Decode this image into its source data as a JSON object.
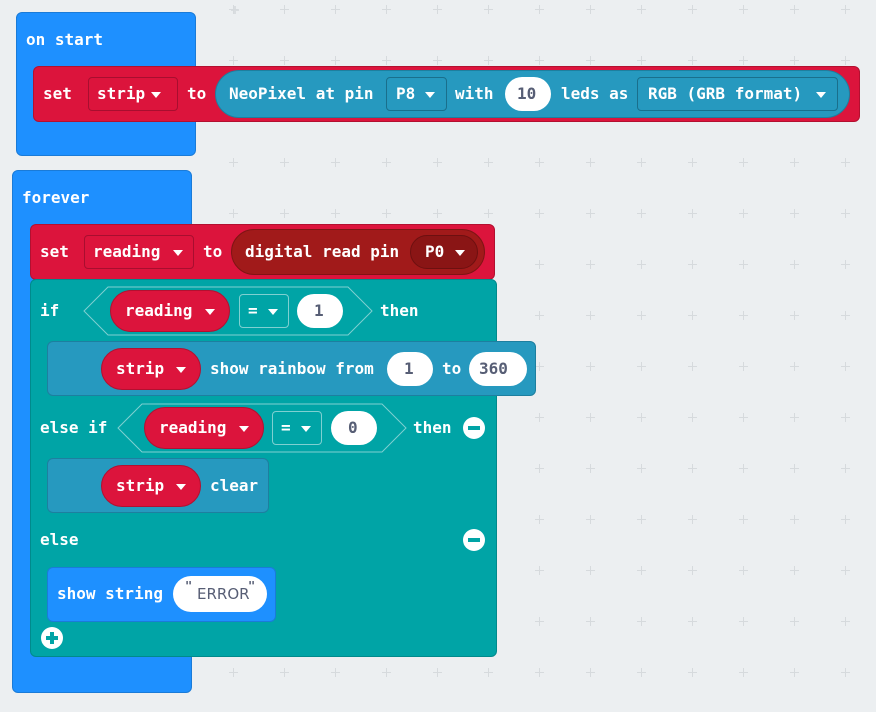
{
  "on_start": {
    "label": "on start",
    "set_label": "set",
    "var_name": "strip",
    "to_label": "to",
    "neopixel": {
      "label": "NeoPixel at pin",
      "pin": "P8",
      "with_label": "with",
      "leds_count": "10",
      "leds_label": "leds as",
      "format": "RGB (GRB format)"
    }
  },
  "forever": {
    "label": "forever",
    "set_label": "set",
    "var_name": "reading",
    "to_label": "to",
    "digital_read": {
      "label": "digital read pin",
      "pin": "P0"
    },
    "if_block": {
      "if_label": "if",
      "var": "reading",
      "op": "=",
      "value": "1",
      "then_label": "then",
      "action": {
        "var": "strip",
        "label": "show rainbow from",
        "from": "1",
        "to_label": "to",
        "to": "360"
      }
    },
    "else_if_block": {
      "label": "else if",
      "var": "reading",
      "op": "=",
      "value": "0",
      "then_label": "then",
      "action": {
        "var": "strip",
        "label": "clear"
      }
    },
    "else_block": {
      "label": "else",
      "action": {
        "label": "show string",
        "value": "ERROR",
        "open_quote": "\"",
        "close_quote": "\""
      }
    }
  },
  "icons": {
    "remove": "minus-circle-icon",
    "add": "plus-circle-icon"
  },
  "colors": {
    "event_blue": "#1e90ff",
    "variable_red": "#dc143c",
    "logic_teal": "#00a4a6",
    "neopixel_blue": "#2699bf",
    "pins_dark_red": "#a11a1a",
    "workspace": "#eceff1"
  }
}
